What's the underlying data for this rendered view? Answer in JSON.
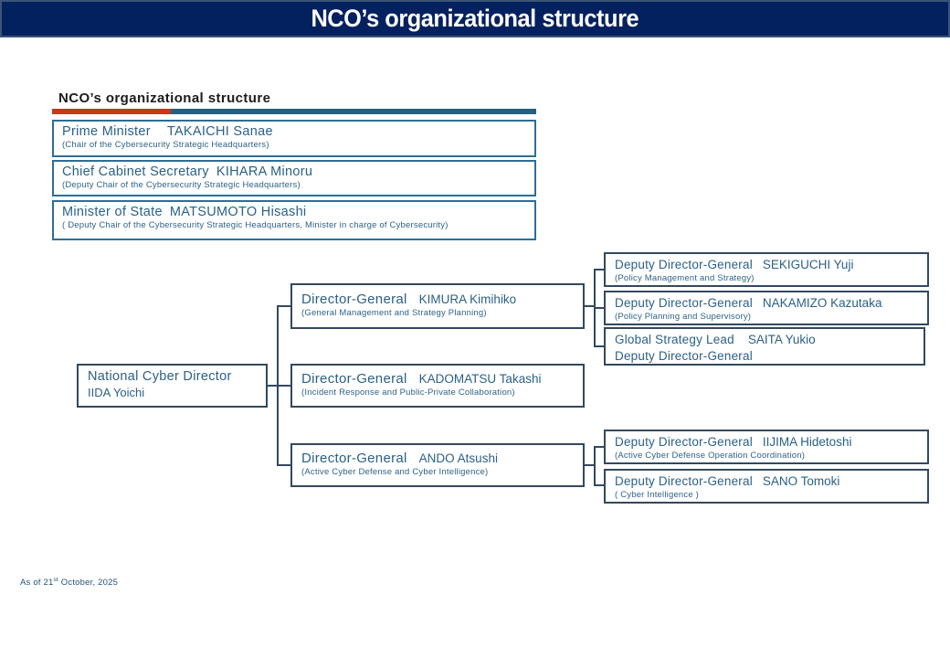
{
  "banner": {
    "title": "NCO’s organizational structure"
  },
  "section_heading": "NCO’s organizational structure",
  "colors": {
    "banner_bg": "#03215e",
    "accent_red": "#c23b1d",
    "accent_blue": "#26607f",
    "leadership_border": "#2e6e96",
    "org_border": "#33485f",
    "text_blue": "#2b6187"
  },
  "leadership": [
    {
      "title": "Prime Minister",
      "name": "TAKAICHI Sanae",
      "subtitle": "(Chair of the Cybersecurity Strategic Headquarters)"
    },
    {
      "title": "Chief Cabinet Secretary",
      "name": "KIHARA Minoru",
      "subtitle": "(Deputy Chair of the Cybersecurity Strategic Headquarters)"
    },
    {
      "title": "Minister of State",
      "name": "MATSUMOTO Hisashi",
      "subtitle": "( Deputy Chair of the Cybersecurity Strategic Headquarters, Minister in charge of Cybersecurity)"
    }
  ],
  "org": {
    "root": {
      "line1": "National Cyber Director",
      "line2": "IIDA Yoichi"
    },
    "directors": [
      {
        "title": "Director-General",
        "name": "KIMURA Kimihiko",
        "subtitle": "(General Management and Strategy Planning)"
      },
      {
        "title": "Director-General",
        "name": "KADOMATSU Takashi",
        "subtitle": "(Incident Response and Public-Private Collaboration)"
      },
      {
        "title": "Director-General",
        "name": "ANDO Atsushi",
        "subtitle": "(Active Cyber Defense and Cyber Intelligence)"
      }
    ],
    "deputies_top": [
      {
        "title": "Deputy Director-General",
        "name": "SEKIGUCHI Yuji",
        "subtitle": "(Policy Management and Strategy)"
      },
      {
        "title": "Deputy Director-General",
        "name": "NAKAMIZO Kazutaka",
        "subtitle": "(Policy Planning and Supervisory)"
      }
    ],
    "global_strategy": {
      "title": "Global Strategy Lead",
      "name": "SAITA Yukio",
      "line2": "Deputy Director-General"
    },
    "deputies_bottom": [
      {
        "title": "Deputy Director-General",
        "name": "IIJIMA Hidetoshi",
        "subtitle": "(Active Cyber Defense Operation Coordination)"
      },
      {
        "title": "Deputy Director-General",
        "name": "SANO Tomoki",
        "subtitle": "( Cyber Intelligence )"
      }
    ]
  },
  "footer": {
    "prefix": "As of 21",
    "ordinal": "st",
    "suffix": " October, 2025"
  }
}
